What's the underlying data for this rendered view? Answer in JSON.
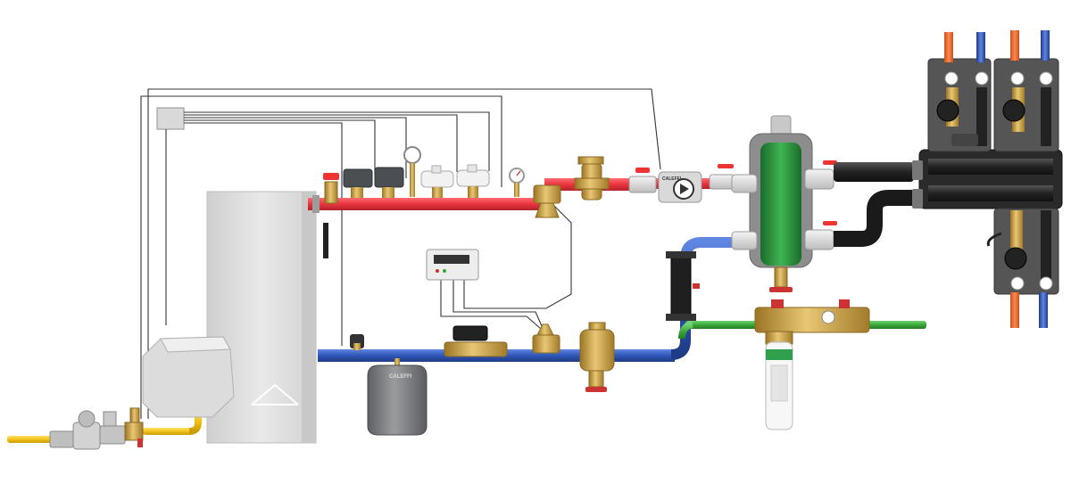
{
  "diagram": {
    "type": "heating-system-schematic",
    "labels": {
      "pump_brand": "CALEFFI",
      "tank_brand": "CALEFFI"
    },
    "colors": {
      "background": "#ffffff",
      "flow_pipe": "#e8353f",
      "return_pipe": "#2f56b8",
      "cold_water_pipe": "#3aa83a",
      "gas_pipe": "#f2c318",
      "boiler": "#dcdcdc",
      "brass": "#c9a24a",
      "separator": "#2e8b3e",
      "tank": "#7b7d80",
      "control_wire": "#333333",
      "manifold": "#2a2a2a"
    },
    "icons": [
      "boiler-icon",
      "gas-valve-icon",
      "expansion-tank-icon",
      "circulation-pump-icon",
      "hydraulic-separator-icon",
      "dirt-separator-icon",
      "zone-valve-actuator-icon",
      "pressure-gauge-icon",
      "thermometer-icon",
      "control-panel-icon",
      "water-filter-icon",
      "pump-station-icon",
      "distribution-manifold-icon"
    ]
  }
}
